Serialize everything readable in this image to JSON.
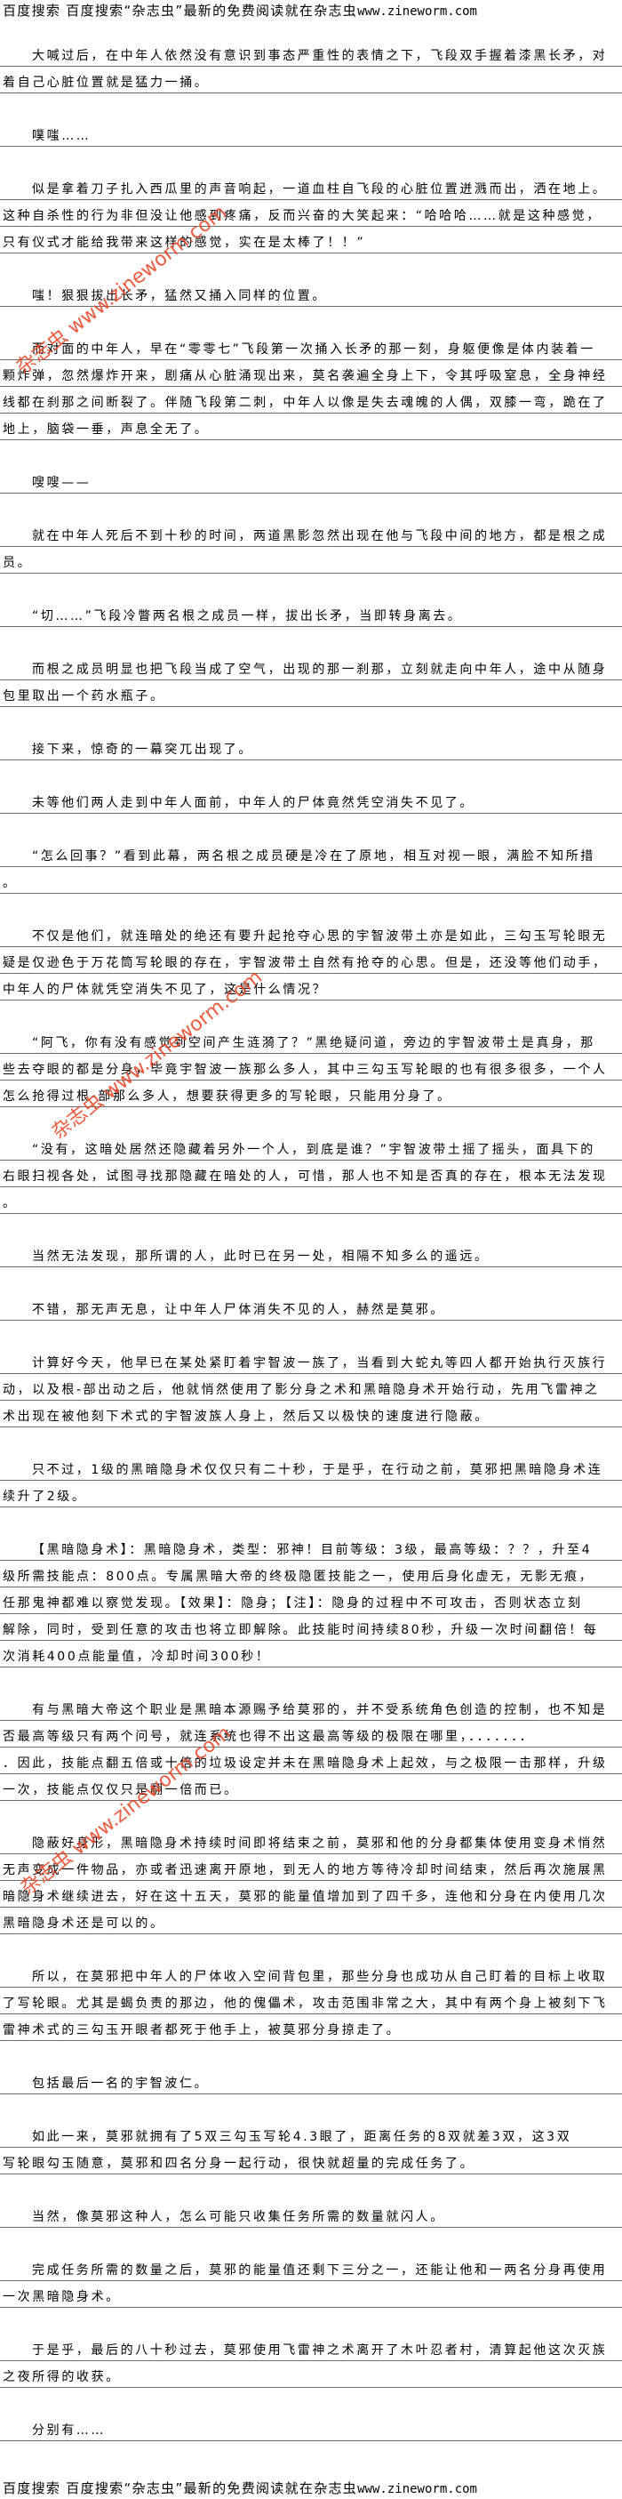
{
  "banner": {
    "text": "百度搜索 百度搜索“杂志虫”最新的免费阅读就在杂志虫",
    "url": "www.zineworm.com"
  },
  "watermark": "杂志虫 www.zineworm.com",
  "colors": {
    "watermark": "#ec4a2c",
    "rule": "#6e6e6e"
  },
  "paragraphs": [
    {
      "lines": [
        "大喊过后，在中年人依然没有意识到事态严重性的表情之下，飞段双手握着漆黑长矛，对",
        "着自己心脏位置就是猛力一捅。"
      ]
    },
    {
      "lines": [
        "噗嗤……"
      ]
    },
    {
      "lines": [
        "似是拿着刀子扎入西瓜里的声音响起，一道血柱自飞段的心脏位置迸溅而出，洒在地上。",
        "这种自杀性的行为非但没让他感到疼痛，反而兴奋的大笑起来：“哈哈哈……就是这种感觉，",
        "只有仪式才能给我带来这样的感觉，实在是太棒了！！”"
      ]
    },
    {
      "lines": [
        "嗤！狠狠拔出长矛，猛然又捅入同样的位置。"
      ]
    },
    {
      "lines": [
        "而对面的中年人，早在“零零七”飞段第一次捅入长矛的那一刻，身躯便像是体内装着一",
        "颗炸弹，忽然爆炸开来，剧痛从心脏涌现出来，莫名袭遍全身上下，令其呼吸窒息，全身神经",
        "线都在刹那之间断裂了。伴随飞段第二刺，中年人以像是失去魂魄的人偶，双膝一弯，跪在了",
        "地上，脑袋一垂，声息全无了。"
      ]
    },
    {
      "lines": [
        "嗖嗖——"
      ]
    },
    {
      "lines": [
        "就在中年人死后不到十秒的时间，两道黑影忽然出现在他与飞段中间的地方，都是根之成",
        "员。"
      ]
    },
    {
      "lines": [
        "“切……”飞段冷瞥两名根之成员一样，拔出长矛，当即转身离去。"
      ]
    },
    {
      "lines": [
        "而根之成员明显也把飞段当成了空气，出现的那一刹那，立刻就走向中年人，途中从随身",
        "包里取出一个药水瓶子。"
      ]
    },
    {
      "lines": [
        "接下来，惊奇的一幕突兀出现了。"
      ]
    },
    {
      "lines": [
        "未等他们两人走到中年人面前，中年人的尸体竟然凭空消失不见了。"
      ]
    },
    {
      "lines": [
        "“怎么回事？”看到此幕，两名根之成员硬是冷在了原地，相互对视一眼，满脸不知所措",
        "。"
      ]
    },
    {
      "lines": [
        "不仅是他们，就连暗处的绝还有要升起抢夺心思的宇智波带土亦是如此，三勾玉写轮眼无",
        "疑是仅逊色于万花筒写轮眼的存在，宇智波带土自然有抢夺的心思。但是，还没等他们动手，",
        "中年人的尸体就凭空消失不见了，这是什么情况？"
      ]
    },
    {
      "lines": [
        "“阿飞，你有没有感觉到空间产生涟漪了？”黑绝疑问道，旁边的宇智波带土是真身，那",
        "些去夺眼的都是分身，毕竟宇智波一族那么多人，其中三勾玉写轮眼的也有很多很多，一个人",
        "怎么抢得过根-部那么多人，想要获得更多的写轮眼，只能用分身了。"
      ]
    },
    {
      "lines": [
        "“没有，这暗处居然还隐藏着另外一个人，到底是谁？”宇智波带土摇了摇头，面具下的",
        "右眼扫视各处，试图寻找那隐藏在暗处的人，可惜，那人也不知是否真的存在，根本无法发现",
        "。"
      ]
    },
    {
      "lines": [
        "当然无法发现，那所谓的人，此时已在另一处，相隔不知多么的遥远。"
      ]
    },
    {
      "lines": [
        "不错，那无声无息，让中年人尸体消失不见的人，赫然是莫邪。"
      ]
    },
    {
      "lines": [
        "计算好今天，他早已在某处紧盯着宇智波一族了，当看到大蛇丸等四人都开始执行灭族行",
        "动，以及根-部出动之后，他就悄然使用了影分身之术和黑暗隐身术开始行动，先用飞雷神之",
        "术出现在被他刻下术式的宇智波族人身上，然后又以极快的速度进行隐蔽。"
      ]
    },
    {
      "lines": [
        "只不过，1级的黑暗隐身术仅仅只有二十秒，于是乎，在行动之前，莫邪把黑暗隐身术连",
        "续升了2级。"
      ]
    },
    {
      "lines": [
        "【黑暗隐身术】：黑暗隐身术，类型：邪神！目前等级：3级，最高等级：？？，升至4",
        "级所需技能点：800点。专属黑暗大帝的终极隐匿技能之一，使用后身化虚无，无影无痕，",
        "任那鬼神都难以察觉发现。【效果】：隐身；【注】：隐身的过程中不可攻击，否则状态立刻",
        "解除，同时，受到任意的攻击也将立即解除。此技能时间持续80秒，升级一次时间翻倍！每",
        "次消耗400点能量值，冷却时间300秒！"
      ]
    },
    {
      "lines": [
        "有与黑暗大帝这个职业是黑暗本源赐予给莫邪的，并不受系统角色创造的控制，也不知是",
        "否最高等级只有两个问号，就连系统也得不出这最高等级的极限在哪里，．．．．．．．",
        "．因此，技能点翻五倍或十倍的垃圾设定并未在黑暗隐身术上起效，与之极限一击那样，升级",
        "一次，技能点仅仅只是翻一倍而已。"
      ]
    },
    {
      "lines": [
        "隐蔽好身形，黑暗隐身术持续时间即将结束之前，莫邪和他的分身都集体使用变身术悄然",
        "无声变成一件物品，亦或者迅速离开原地，到无人的地方等待冷却时间结束，然后再次施展黑",
        "暗隐身术继续进去，好在这十五天，莫邪的能量值增加到了四千多，连他和分身在内使用几次",
        "黑暗隐身术还是可以的。"
      ]
    },
    {
      "lines": [
        "所以，在莫邪把中年人的尸体收入空间背包里，那些分身也成功从自己盯着的目标上收取",
        "了写轮眼。尤其是蝎负责的那边，他的傀儡术，攻击范围非常之大，其中有两个身上被刻下飞",
        "雷神术式的三勾玉开眼者都死于他手上，被莫邪分身掠走了。"
      ]
    },
    {
      "lines": [
        "包括最后一名的宇智波仁。"
      ]
    },
    {
      "lines": [
        "如此一来，莫邪就拥有了5双三勾玉写轮4.3眼了，距离任务的8双就差3双，这3双",
        "写轮眼勾玉随意，莫邪和四名分身一起行动，很快就超量的完成任务了。"
      ]
    },
    {
      "lines": [
        "当然，像莫邪这种人，怎么可能只收集任务所需的数量就闪人。"
      ]
    },
    {
      "lines": [
        "完成任务所需的数量之后，莫邪的能量值还剩下三分之一，还能让他和一两名分身再使用",
        "一次黑暗隐身术。"
      ]
    },
    {
      "lines": [
        "于是乎，最后的八十秒过去，莫邪使用飞雷神之术离开了木叶忍者村，清算起他这次灭族",
        "之夜所得的收获。"
      ]
    },
    {
      "lines": [
        "分别有……"
      ]
    }
  ]
}
